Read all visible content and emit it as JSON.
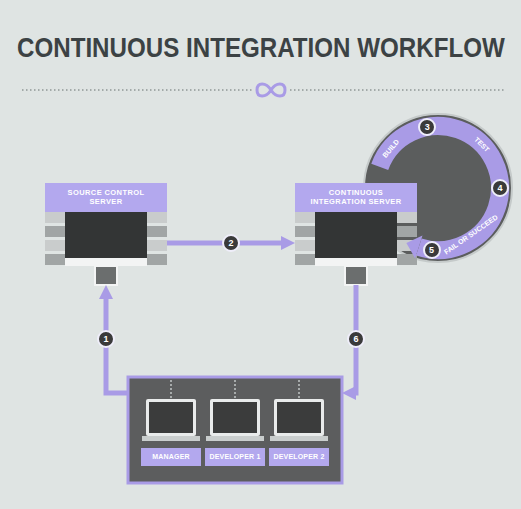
{
  "diagram": {
    "title": "CONTINUOUS INTEGRATION WORKFLOW",
    "nodes": [
      {
        "text": [
          "SOURCE CONTROL SERVER"
        ]
      },
      {
        "text": [
          "CONTINUOUS INTEGRATION SERVER"
        ]
      },
      {
        "text": [
          "BUILD",
          "TEST",
          "FAIL OR SUCCEED"
        ]
      },
      {
        "text": []
      },
      {
        "text": [
          "MANAGER"
        ],
        "in": 3
      },
      {
        "text": [
          "DEVELOPER 1"
        ],
        "in": 3
      },
      {
        "text": [
          "DEVELOPER 2"
        ],
        "in": 3
      }
    ],
    "edges": [
      {
        "from": 3,
        "to": 0,
        "arrow": "to",
        "label": "1"
      },
      {
        "from": 0,
        "to": 1,
        "arrow": "to",
        "label": "2"
      },
      {
        "from": 1,
        "to": 3,
        "arrow": "to",
        "label": "6"
      }
    ],
    "labels": [
      "3",
      "4",
      "5"
    ]
  }
}
